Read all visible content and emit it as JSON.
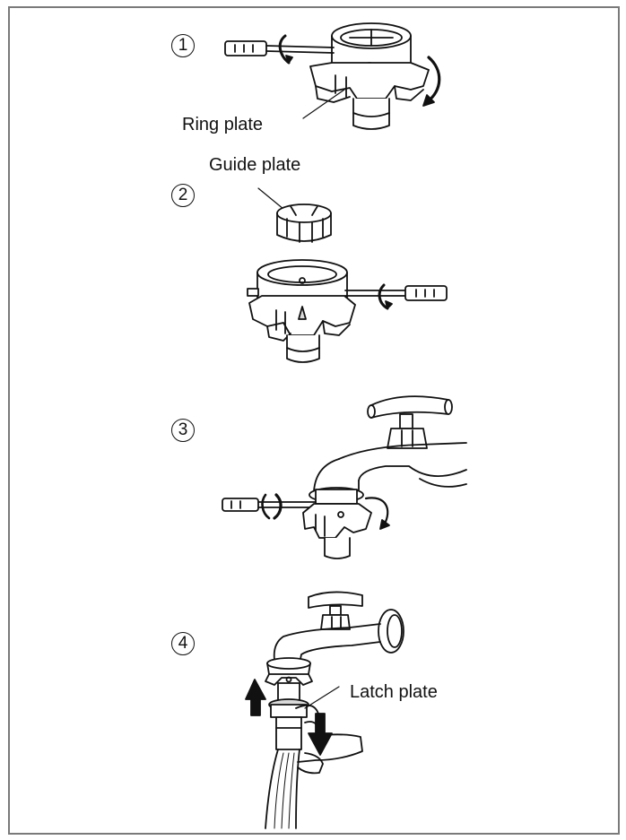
{
  "steps": [
    {
      "number": "1",
      "callout": "Ring plate"
    },
    {
      "number": "2",
      "callout": "Guide plate"
    },
    {
      "number": "3",
      "callout": ""
    },
    {
      "number": "4",
      "callout": "Latch plate"
    }
  ],
  "colors": {
    "line": "#111111",
    "shade": "#d9d9d9",
    "fill": "#ffffff",
    "frame": "#7a7a7a"
  }
}
